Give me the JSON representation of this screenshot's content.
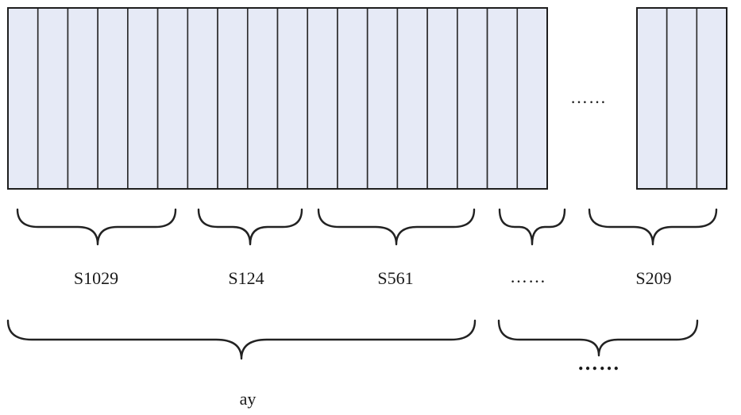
{
  "main_block": {
    "cell_count": 18
  },
  "end_block": {
    "cell_count": 3
  },
  "gap_ellipsis": "……",
  "groups": [
    {
      "label": "S1029"
    },
    {
      "label": "S124"
    },
    {
      "label": "S561"
    },
    {
      "label": "……"
    },
    {
      "label": "S209"
    }
  ],
  "outer_groups": [
    {
      "label": "ay"
    },
    {
      "label": "……"
    }
  ]
}
